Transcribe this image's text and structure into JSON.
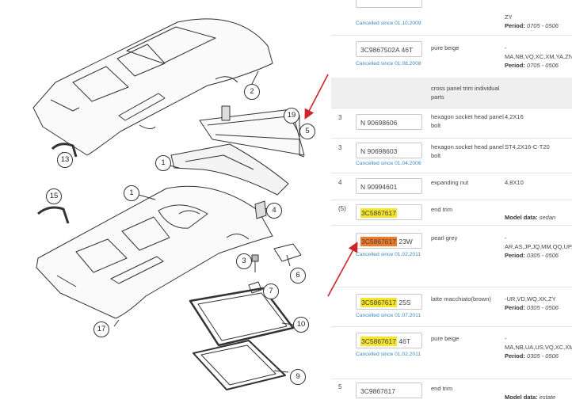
{
  "callouts": [
    {
      "id": "callout-2",
      "label": "2"
    },
    {
      "id": "callout-19",
      "label": "19"
    },
    {
      "id": "callout-5",
      "label": "5"
    },
    {
      "id": "callout-13",
      "label": "13"
    },
    {
      "id": "callout-1a",
      "label": "1"
    },
    {
      "id": "callout-1b",
      "label": "1"
    },
    {
      "id": "callout-15",
      "label": "15"
    },
    {
      "id": "callout-4",
      "label": "4"
    },
    {
      "id": "callout-3",
      "label": "3"
    },
    {
      "id": "callout-6",
      "label": "6"
    },
    {
      "id": "callout-7",
      "label": "7"
    },
    {
      "id": "callout-10",
      "label": "10"
    },
    {
      "id": "callout-17",
      "label": "17"
    },
    {
      "id": "callout-9",
      "label": "9"
    }
  ],
  "rows": [
    {
      "pos": "",
      "pn_plain": "",
      "pn_hl": "",
      "pn_suffix": "",
      "cancel": "Cancelled since 01.10.2009",
      "desc": "",
      "info": "ZY",
      "period_label": "Period:",
      "period": "0705 - 0506",
      "model_label": "",
      "model": ""
    },
    {
      "pos": "",
      "pn_plain": "3C9867502A 46T",
      "pn_hl": "",
      "pn_suffix": "",
      "cancel": "Cancelled since 01.08.2008",
      "desc": "pure beige",
      "info": "-MA,NB,VQ,XC,XM,YA,ZN,ZZ",
      "period_label": "Period:",
      "period": "0705 - 0506",
      "model_label": "",
      "model": ""
    },
    {
      "pos": "",
      "pn_plain": "",
      "pn_hl": "",
      "pn_suffix": "",
      "cancel": "",
      "desc": "cross panel trim individual parts",
      "info": "",
      "period_label": "",
      "period": "",
      "model_label": "",
      "model": ""
    },
    {
      "pos": "3",
      "pn_plain": "N 90698606",
      "pn_hl": "",
      "pn_suffix": "",
      "cancel": "",
      "desc": "hexagon socket head panel bolt",
      "info": "4,2X16",
      "period_label": "",
      "period": "",
      "model_label": "",
      "model": ""
    },
    {
      "pos": "3",
      "pn_plain": "N 90698603",
      "pn_hl": "",
      "pn_suffix": "",
      "cancel": "Cancelled since 01.04.2006",
      "desc": "hexagon socket head panel bolt",
      "info": "ST4,2X16-C-T20",
      "period_label": "",
      "period": "",
      "model_label": "",
      "model": ""
    },
    {
      "pos": "4",
      "pn_plain": "N 90994601",
      "pn_hl": "",
      "pn_suffix": "",
      "cancel": "",
      "desc": "expanding nut",
      "info": "4,8X10",
      "period_label": "",
      "period": "",
      "model_label": "",
      "model": ""
    },
    {
      "pos": "(5)",
      "pn_plain": "",
      "pn_hl": "3C5867617",
      "pn_suffix": "",
      "cancel": "",
      "desc": "end trim",
      "info": "",
      "period_label": "",
      "period": "",
      "model_label": "Model data:",
      "model": "sedan"
    },
    {
      "pos": "",
      "pn_plain": "",
      "pn_hl": "3C5867617",
      "pn_suffix": "23W",
      "cancel": "Cancelled since 01.02.2011",
      "desc": "pearl grey",
      "info": "-AR,AS,JP,JQ,MM,QQ,UP,UQ,VB,VX,WN,WP,XG,XJ,ZQ,ZX",
      "period_label": "Period:",
      "period": "0305 - 0506",
      "model_label": "",
      "model": ""
    },
    {
      "pos": "",
      "pn_plain": "",
      "pn_hl": "3C5867617",
      "pn_suffix": "25S",
      "cancel": "Cancelled since 01.07.2011",
      "desc": "latte macchiato(brown)",
      "info": "-UR,VD,WQ,XK,ZY",
      "period_label": "Period:",
      "period": "0305 - 0506",
      "model_label": "",
      "model": ""
    },
    {
      "pos": "",
      "pn_plain": "",
      "pn_hl": "3C5867617",
      "pn_suffix": "46T",
      "cancel": "Cancelled since 01.02.2011",
      "desc": "pure beige",
      "info": "-MA,NB,UA,US,VQ,XC,XM,YA,ZN,ZZ",
      "period_label": "Period:",
      "period": "0305 - 0506",
      "model_label": "",
      "model": ""
    },
    {
      "pos": "5",
      "pn_plain": "3C9867617",
      "pn_hl": "",
      "pn_suffix": "",
      "cancel": "",
      "desc": "end trim",
      "info": "",
      "period_label": "",
      "period": "",
      "model_label": "Model data:",
      "model": "estate"
    }
  ],
  "colors": {
    "highlight": "#f5e52c",
    "highlight_active": "#f07a2a",
    "cancel_link": "#3a8ac0",
    "annotation_arrow": "#d0222a"
  }
}
